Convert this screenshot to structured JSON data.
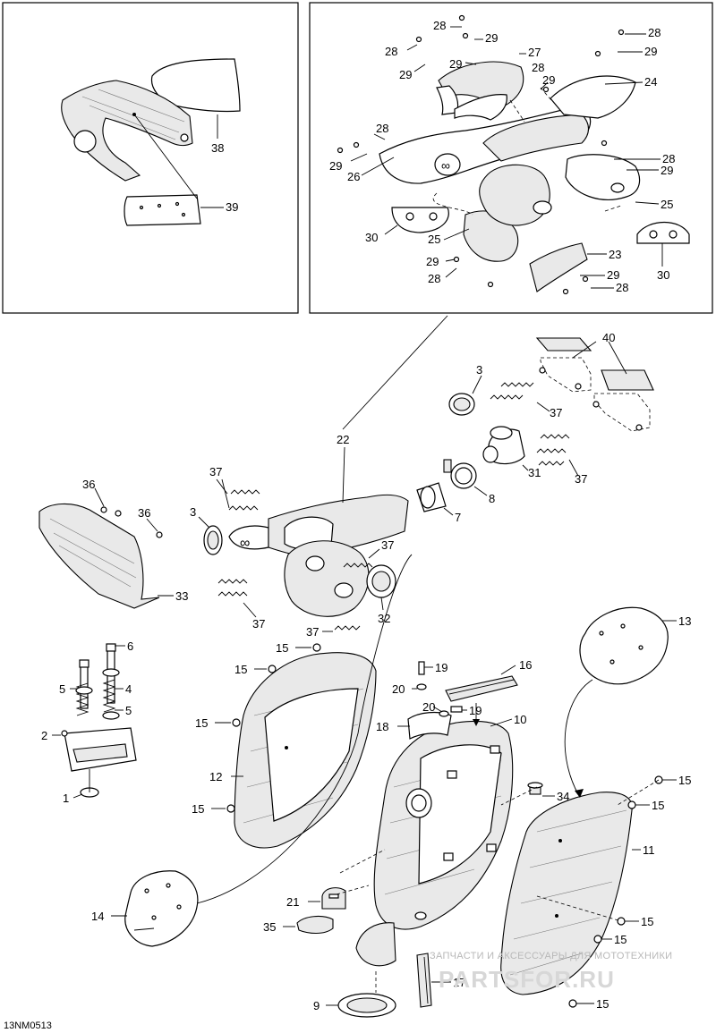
{
  "diagram_code": "13NM0513",
  "watermark": {
    "line1": "ЗАПЧАСТИ И АКСЕССУАРЫ ДЛЯ МОТОТЕХНИКИ",
    "line2": "PARTSFOR.RU"
  },
  "callouts": {
    "c1": "1",
    "c2": "2",
    "c3": "3",
    "c4": "4",
    "c5": "5",
    "c6": "6",
    "c7": "7",
    "c8": "8",
    "c9": "9",
    "c10": "10",
    "c11": "11",
    "c12": "12",
    "c13": "13",
    "c14": "14",
    "c15": "15",
    "c16": "16",
    "c17": "17",
    "c18": "18",
    "c19": "19",
    "c20": "20",
    "c21": "21",
    "c22": "22",
    "c23": "23",
    "c24": "24",
    "c25": "25",
    "c26": "26",
    "c27": "27",
    "c28": "28",
    "c29": "29",
    "c30": "30",
    "c31": "31",
    "c32": "32",
    "c33": "33",
    "c34": "34",
    "c35": "35",
    "c36": "36",
    "c37": "37",
    "c38": "38",
    "c39": "39",
    "c40": "40"
  }
}
